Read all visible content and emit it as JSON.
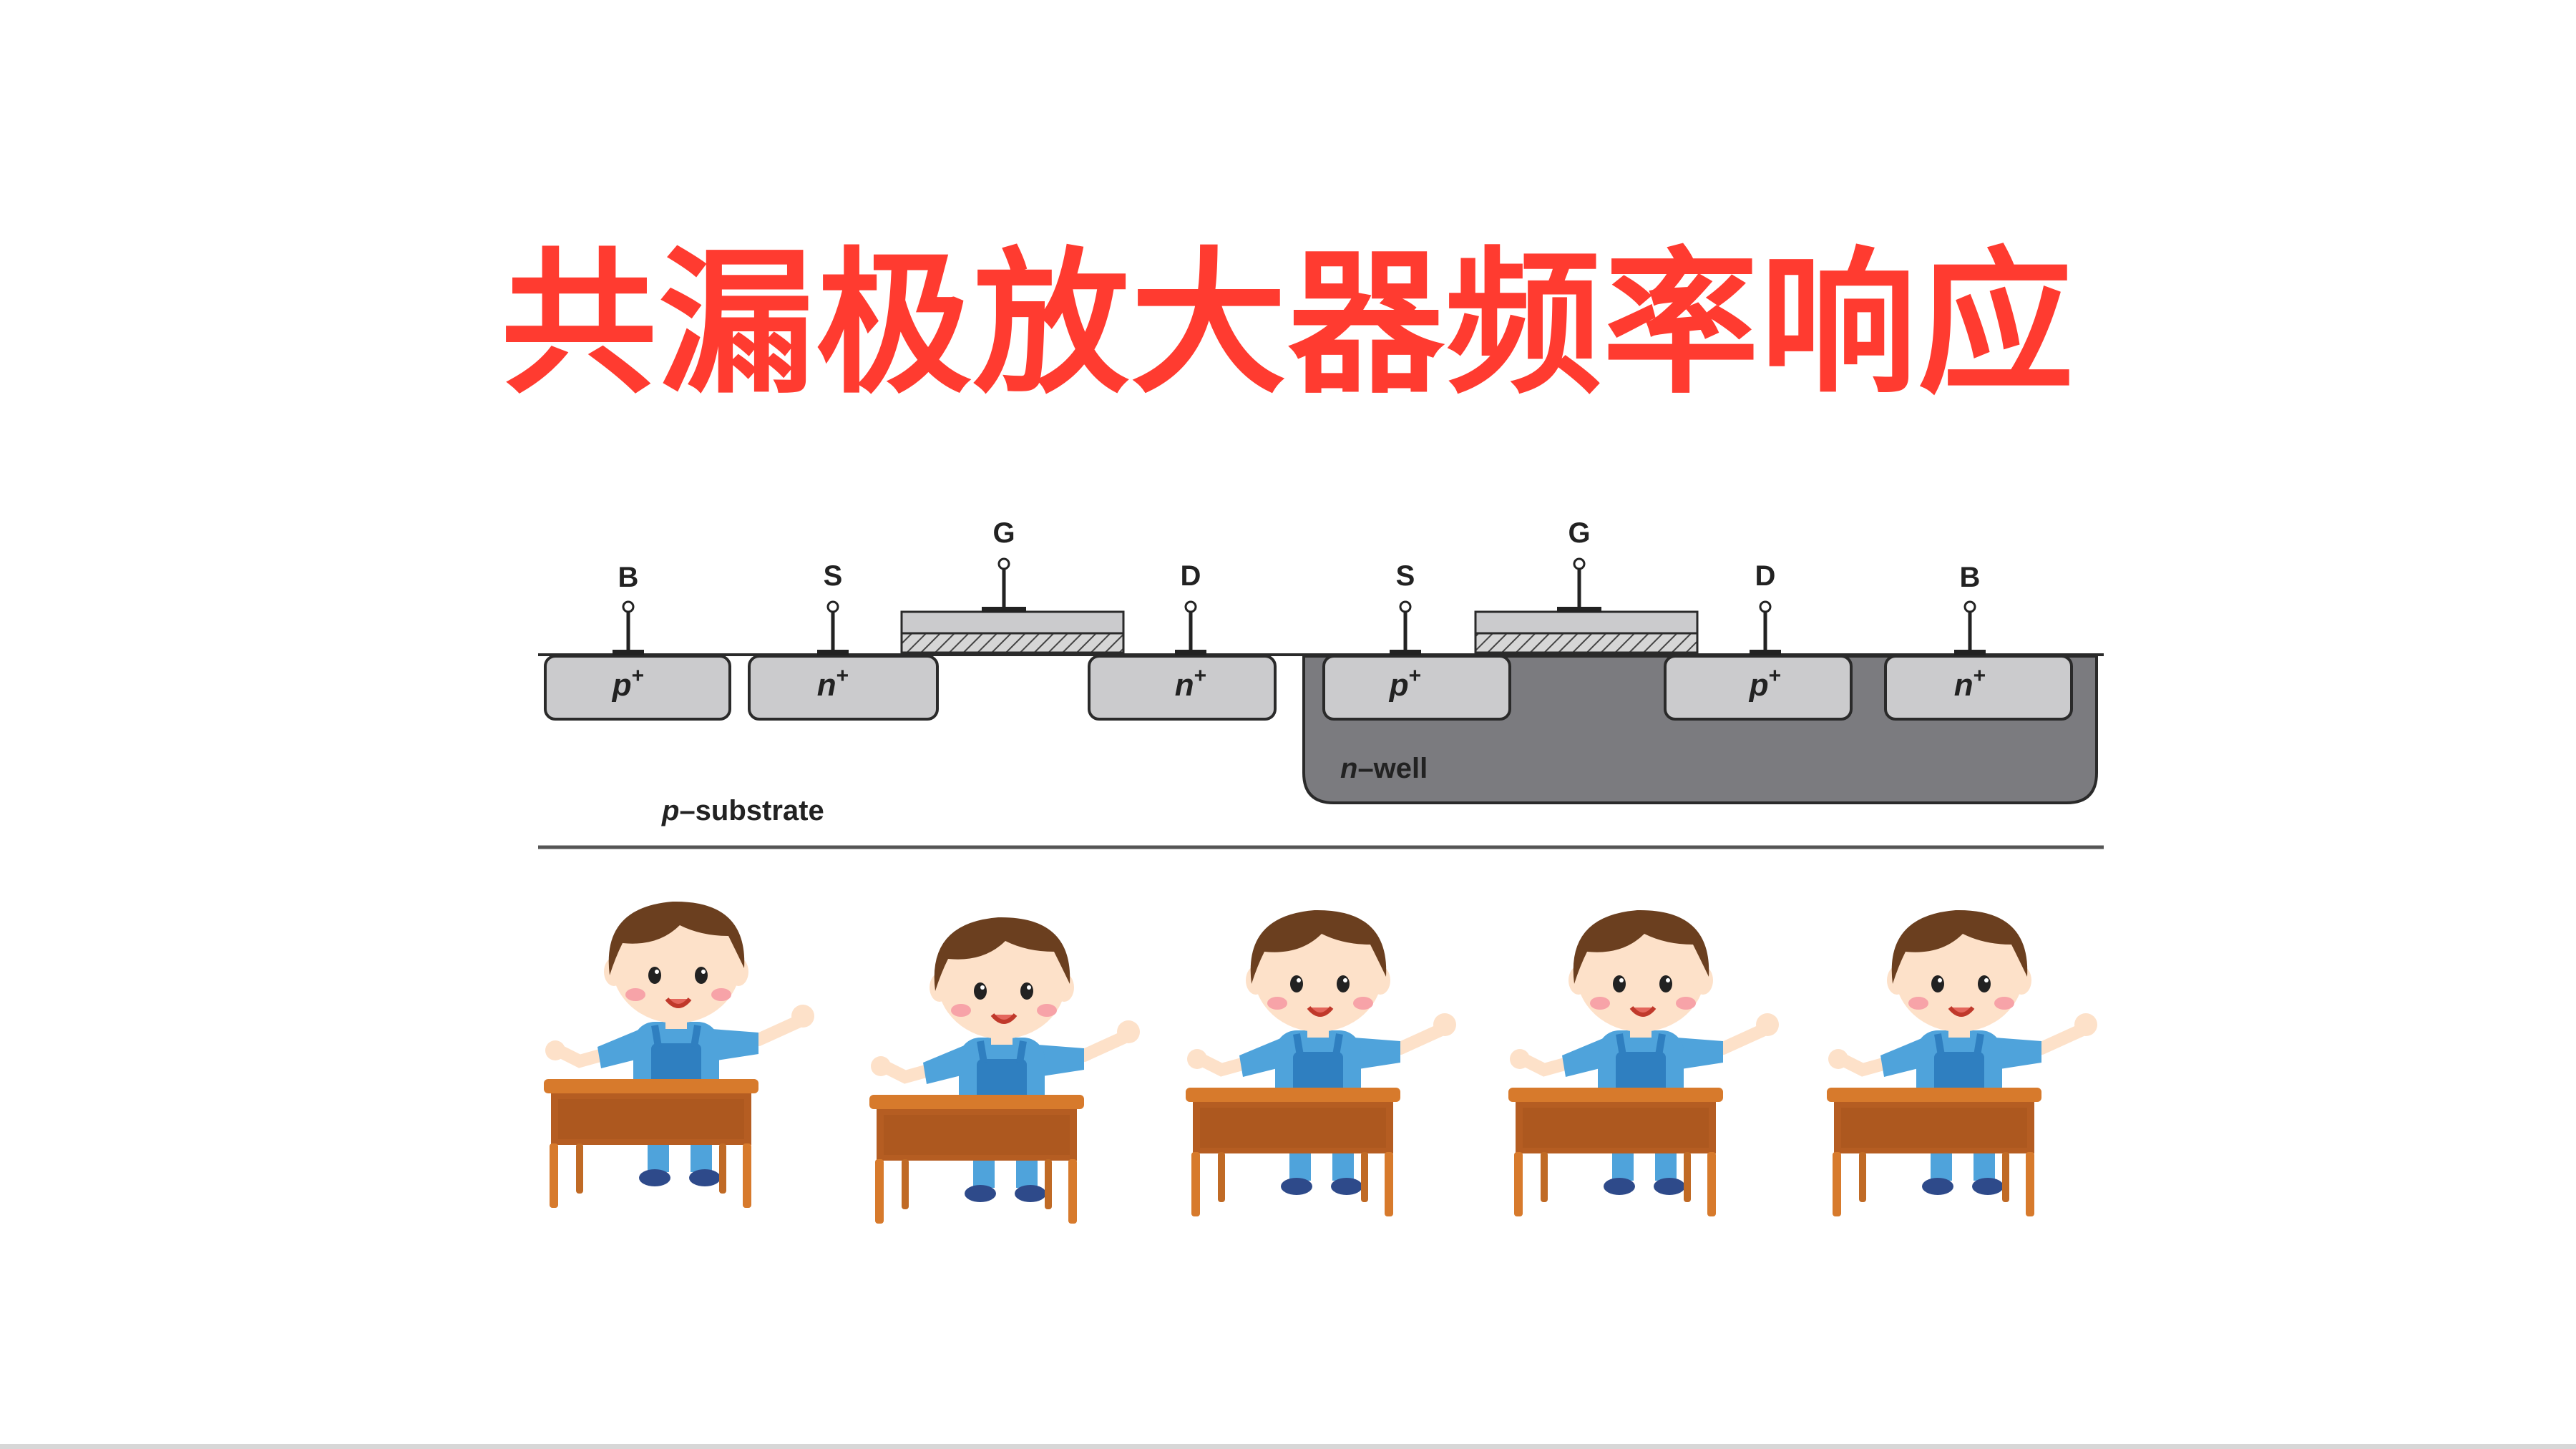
{
  "title": "共漏极放大器频率响应",
  "diagram": {
    "terminals": [
      {
        "label": "B"
      },
      {
        "label": "S"
      },
      {
        "label": "G"
      },
      {
        "label": "D"
      },
      {
        "label": "S"
      },
      {
        "label": "G"
      },
      {
        "label": "D"
      },
      {
        "label": "B"
      }
    ],
    "regions": [
      {
        "type": "p",
        "sup": "+"
      },
      {
        "type": "n",
        "sup": "+"
      },
      {
        "type": "n",
        "sup": "+"
      },
      {
        "type": "p",
        "sup": "+"
      },
      {
        "type": "p",
        "sup": "+"
      },
      {
        "type": "n",
        "sup": "+"
      }
    ],
    "nwell": {
      "italic": "n",
      "rest": "–well"
    },
    "substrate": {
      "italic": "p",
      "rest": "–substrate"
    }
  },
  "students": [
    {
      "name": "student-1"
    },
    {
      "name": "student-2"
    },
    {
      "name": "student-3"
    },
    {
      "name": "student-4"
    },
    {
      "name": "student-5"
    }
  ],
  "colors": {
    "title": "#ff3b30",
    "diffusion": "#cbcbcd",
    "nwell": "#7b7b7f",
    "gate": "#cbcbcd",
    "desk_top": "#d77a2c",
    "desk_front": "#b55d22",
    "shirt": "#4fa3db",
    "hair": "#6b3f1f",
    "skin": "#fde1c9"
  }
}
